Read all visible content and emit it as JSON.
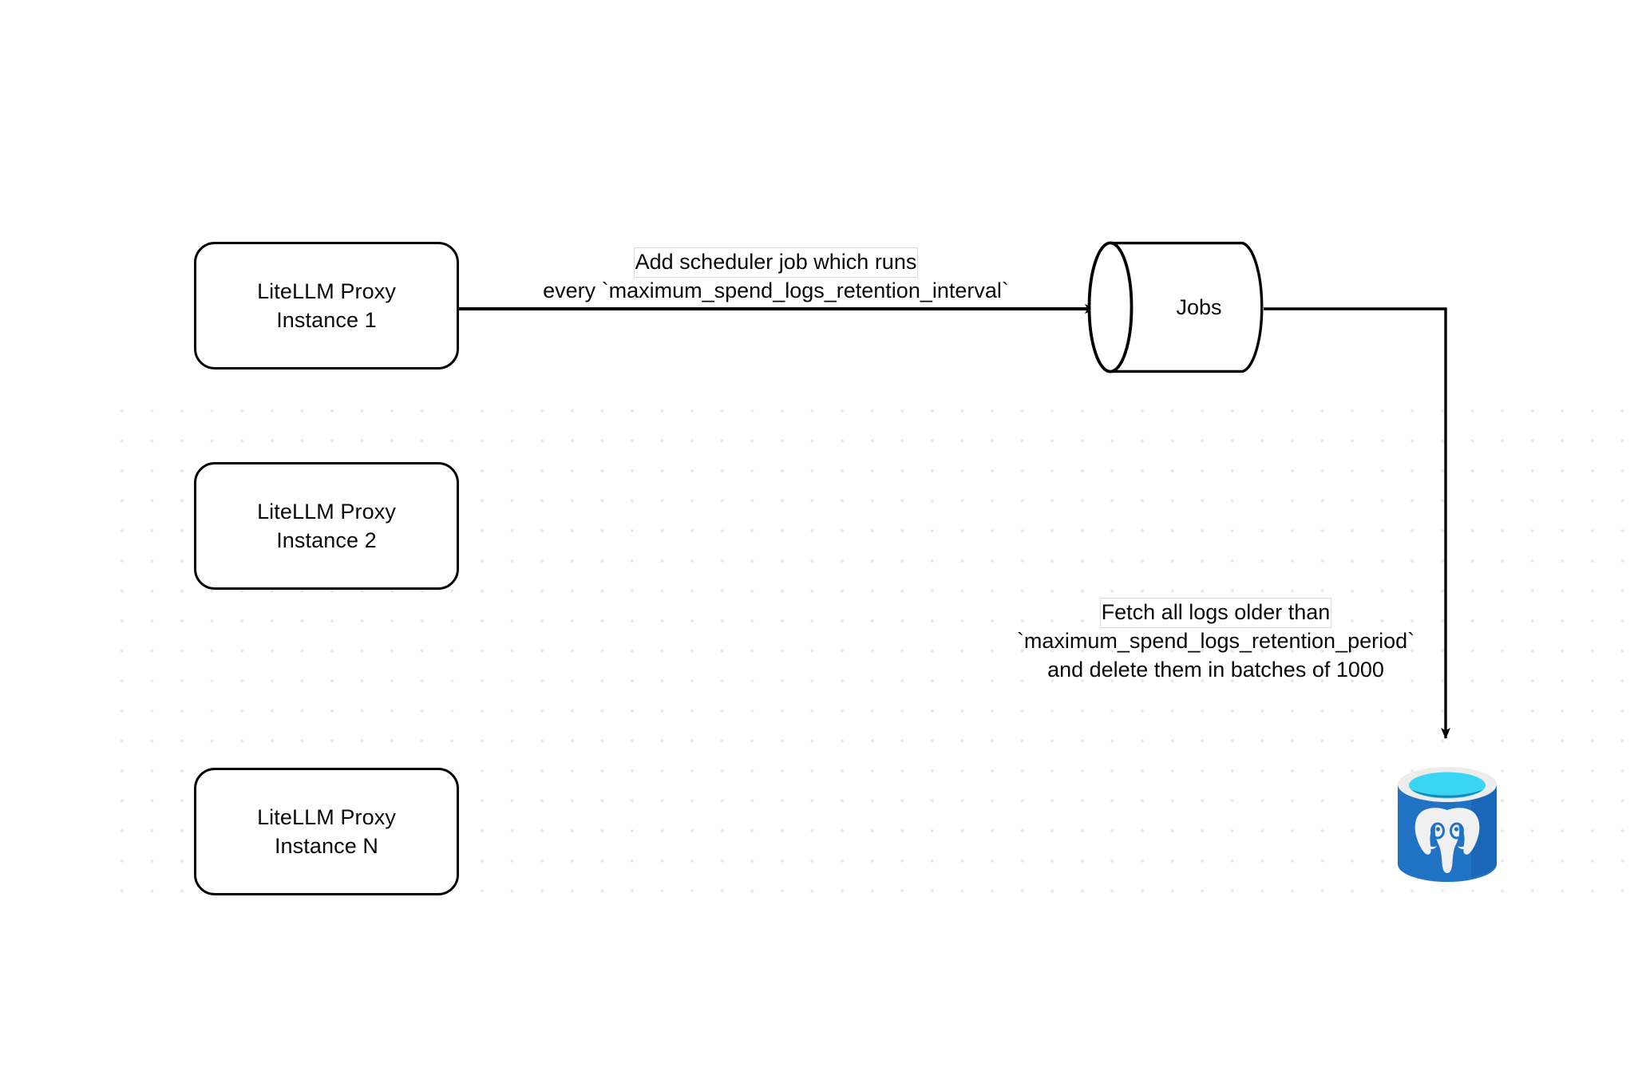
{
  "diagram": {
    "title": "LiteLLM spend logs retention scheduler flow",
    "background": "#ffffff",
    "grid_dot_color": "#e9e9e9",
    "stroke_color": "#000000",
    "text_color": "#0a0a0a"
  },
  "nodes": {
    "proxy_instances": [
      {
        "id": "proxy-1",
        "line1": "LiteLLM Proxy",
        "line2": "Instance 1"
      },
      {
        "id": "proxy-2",
        "line1": "LiteLLM Proxy",
        "line2": "Instance 2"
      },
      {
        "id": "proxy-3",
        "line1": "LiteLLM Proxy",
        "line2": "Instance N"
      }
    ],
    "jobs": {
      "label": "Jobs",
      "shape": "cylinder-horizontal"
    },
    "database": {
      "icon": "postgresql-database-icon",
      "label": "",
      "colors": {
        "body": "#1f72c4",
        "body_dark": "#1560b0",
        "rim_outer": "#e9e9e9",
        "rim_inner": "#3ad5f2",
        "liquid": "#1986b0",
        "elephant": "#f1f1f1"
      }
    }
  },
  "edges": [
    {
      "id": "edge-proxy-to-jobs",
      "from": "proxy-1",
      "to": "jobs",
      "arrow": true,
      "label_lines": [
        "Add scheduler job which runs",
        "every `maximum_spend_logs_retention_interval`"
      ],
      "label_highlight": "Add scheduler"
    },
    {
      "id": "edge-jobs-to-database",
      "from": "jobs",
      "to": "database",
      "arrow": true,
      "label_lines": [
        "Fetch all logs older than",
        "`maximum_spend_logs_retention_period`",
        "and delete them in batches of 1000"
      ],
      "label_highlight": "Fetch all logs older than"
    }
  ]
}
